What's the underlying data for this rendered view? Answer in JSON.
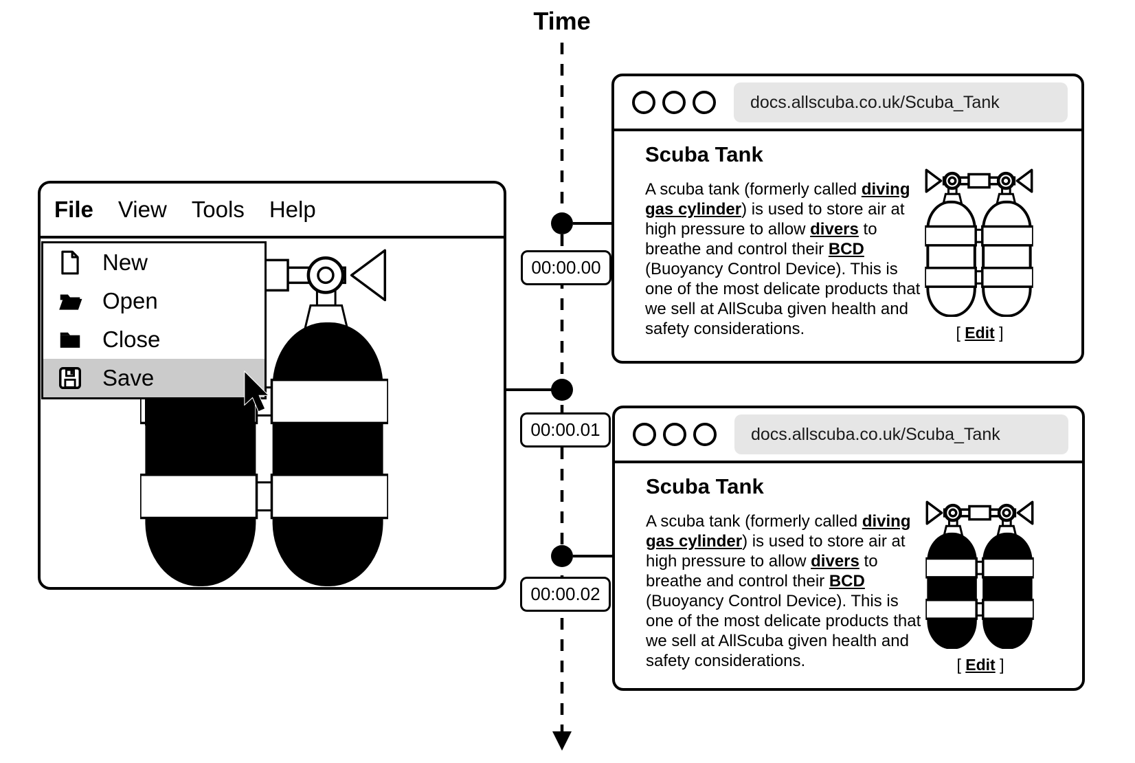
{
  "timeline": {
    "label": "Time",
    "timestamps": [
      "00:00.00",
      "00:00.01",
      "00:00.02"
    ]
  },
  "app_window": {
    "menu_bar": [
      {
        "label": "File"
      },
      {
        "label": "View"
      },
      {
        "label": "Tools"
      },
      {
        "label": "Help"
      }
    ],
    "file_menu": [
      {
        "label": "New",
        "icon": "new-file-icon",
        "state": "normal"
      },
      {
        "label": "Open",
        "icon": "open-folder-icon",
        "state": "normal"
      },
      {
        "label": "Close",
        "icon": "closed-folder-icon",
        "state": "normal"
      },
      {
        "label": "Save",
        "icon": "save-floppy-icon",
        "state": "selected"
      }
    ]
  },
  "browser_windows": [
    {
      "url": "docs.allscuba.co.uk/Scuba_Tank",
      "title": "Scuba Tank",
      "paragraph": [
        {
          "t": "A scuba tank (formerly called "
        },
        {
          "t": "diving gas cylinder",
          "link": true
        },
        {
          "t": ") is used to store air at high pressure to allow "
        },
        {
          "t": "divers",
          "link": true
        },
        {
          "t": " to breathe and control their "
        },
        {
          "t": "BCD",
          "link": true
        },
        {
          "t": " (Buoyancy Control Device). This is one of the most delicate products that we sell at AllScuba given health and safety considerations."
        }
      ],
      "edit": {
        "prefix": "[ ",
        "label": "Edit",
        "suffix": " ]"
      },
      "tank_class": "tank-outline"
    },
    {
      "url": "docs.allscuba.co.uk/Scuba_Tank",
      "title": "Scuba Tank",
      "paragraph": [
        {
          "t": "A scuba tank (formerly called "
        },
        {
          "t": "diving gas cylinder",
          "link": true
        },
        {
          "t": ") is used to store air at high pressure to allow "
        },
        {
          "t": "divers",
          "link": true
        },
        {
          "t": " to breathe and control their "
        },
        {
          "t": "BCD",
          "link": true
        },
        {
          "t": " (Buoyancy Control Device). This is one of the most delicate products that we sell at AllScuba given health and safety considerations."
        }
      ],
      "edit": {
        "prefix": "[ ",
        "label": "Edit",
        "suffix": " ]"
      },
      "tank_class": "tank-filled"
    }
  ],
  "colors": {
    "ink": "#000000",
    "url_bar_gray": "#e6e6e6",
    "menu_highlight_gray": "#cbcbcb",
    "background": "#ffffff"
  }
}
